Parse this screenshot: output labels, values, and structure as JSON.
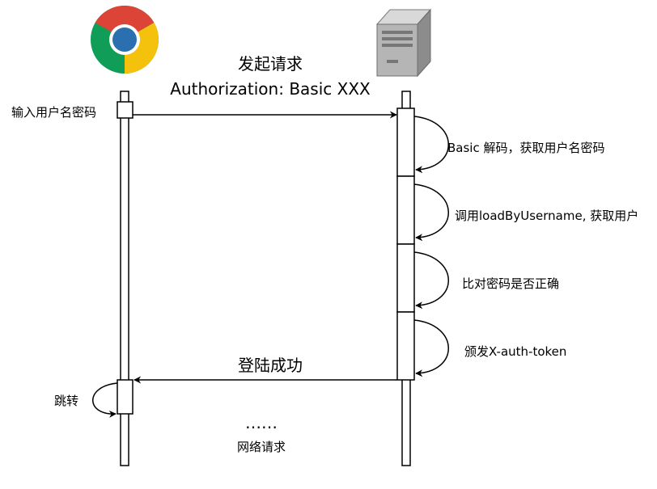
{
  "diagram": {
    "request_title": "发起请求",
    "request_header": "Authorization: Basic XXX",
    "input_label": "输入用户名密码",
    "steps": [
      "Basic 解码，获取用户名密码",
      "调用loadByUsername, 获取用户",
      "比对密码是否正确",
      "颁发X-auth-token"
    ],
    "response_title": "登陆成功",
    "redirect_label": "跳转",
    "ellipsis": "……",
    "network_label": "网络请求"
  },
  "icons": {
    "client": "chrome-browser-icon",
    "server": "server-tower-icon"
  },
  "colors": {
    "line": "#000000",
    "background": "#ffffff",
    "chrome_red": "#DB4437",
    "chrome_yellow": "#F4C20D",
    "chrome_green": "#0F9D58",
    "chrome_blue": "#2A6FB0",
    "server_gray": "#9a9a9a"
  }
}
